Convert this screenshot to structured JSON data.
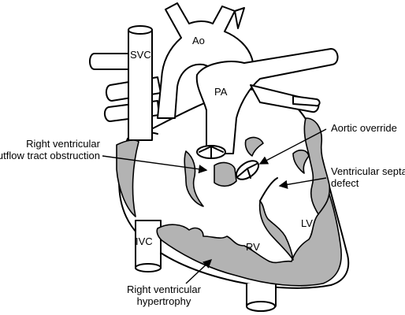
{
  "structures": {
    "ao": "Ao",
    "pa": "PA",
    "svc": "SVC",
    "ivc": "IVC",
    "rv": "RV",
    "lv": "LV"
  },
  "callouts": {
    "rvoto_line1": "Right ventricular",
    "rvoto_line2": "outflow tract obstruction",
    "aortic_override": "Aortic override",
    "vsd_line1": "Ventricular septal",
    "vsd_line2": "defect",
    "rvh_line1": "Right ventricular",
    "rvh_line2": "hypertrophy"
  },
  "colors": {
    "outline": "#000000",
    "muscle_fill": "#b3b3b3",
    "background": "#ffffff"
  }
}
